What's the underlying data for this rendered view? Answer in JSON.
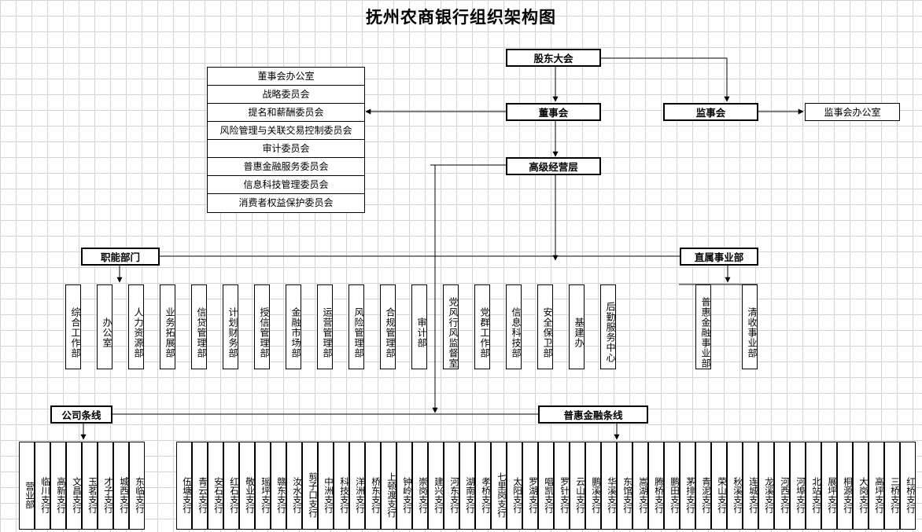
{
  "title": "抚州农商银行组织架构图",
  "nodes": {
    "shareholders": "股东大会",
    "board": "董事会",
    "supervisory": "监事会",
    "supervisory_office": "监事会办公室",
    "senior_management": "高级经营层",
    "functional": "职能部门",
    "direct_business": "直属事业部",
    "corporate_line": "公司条线",
    "inclusive_line": "普惠金融条线"
  },
  "committees": [
    "董事会办公室",
    "战略委员会",
    "提名和薪酬委员会",
    "风险管理与关联交易控制委员会",
    "审计委员会",
    "普惠金融服务委员会",
    "信息科技管理委员会",
    "消费者权益保护委员会"
  ],
  "departments": [
    "综合工作部",
    "办公室",
    "人力资源部",
    "业务拓展部",
    "信贷管理部",
    "计划财务部",
    "授信管理部",
    "金融市场部",
    "运营管理部",
    "风险管理部",
    "合规管理部",
    "审计部",
    "党风行风监督室",
    "党群工作部",
    "信息科技部",
    "安全保卫部",
    "基建办",
    "后勤服务中心"
  ],
  "business_units": [
    "普惠金融事业部",
    "清收事业部"
  ],
  "corporate_branches": [
    "营业部",
    "临川支行",
    "高新支行",
    "文昌支行",
    "玉茗支行",
    "才子支行",
    "城西支行",
    "东临支行"
  ],
  "inclusive_branches": [
    "伍塘支行",
    "青云支行",
    "安石支行",
    "红石支行",
    "敬业支行",
    "瑶坪支行",
    "赣东支行",
    "汝水支行",
    "剪子口支行",
    "中洲支行",
    "科技支行",
    "洋洲支行",
    "桥东支行",
    "上顿渡支行",
    "钟岭支行",
    "崇岗支行",
    "建兴支行",
    "河东支行",
    "湖南支行",
    "孝桥支行",
    "七里岗支行",
    "太阳支行",
    "罗湖支行",
    "唱凯支行",
    "罗针支行",
    "云山支行",
    "鹏溪支行",
    "华溪支行",
    "东馆支行",
    "嵩湖支行",
    "腾桥支行",
    "鹏田支行",
    "茅排支行",
    "青泥支行",
    "荣山支行",
    "秋溪支行",
    "连城支行",
    "龙溪支行",
    "河西支行",
    "河埠支行",
    "北站支行",
    "展坪支行",
    "桐源支行",
    "大岗支行",
    "高坪支行",
    "三桥支行",
    "红桥支行"
  ]
}
